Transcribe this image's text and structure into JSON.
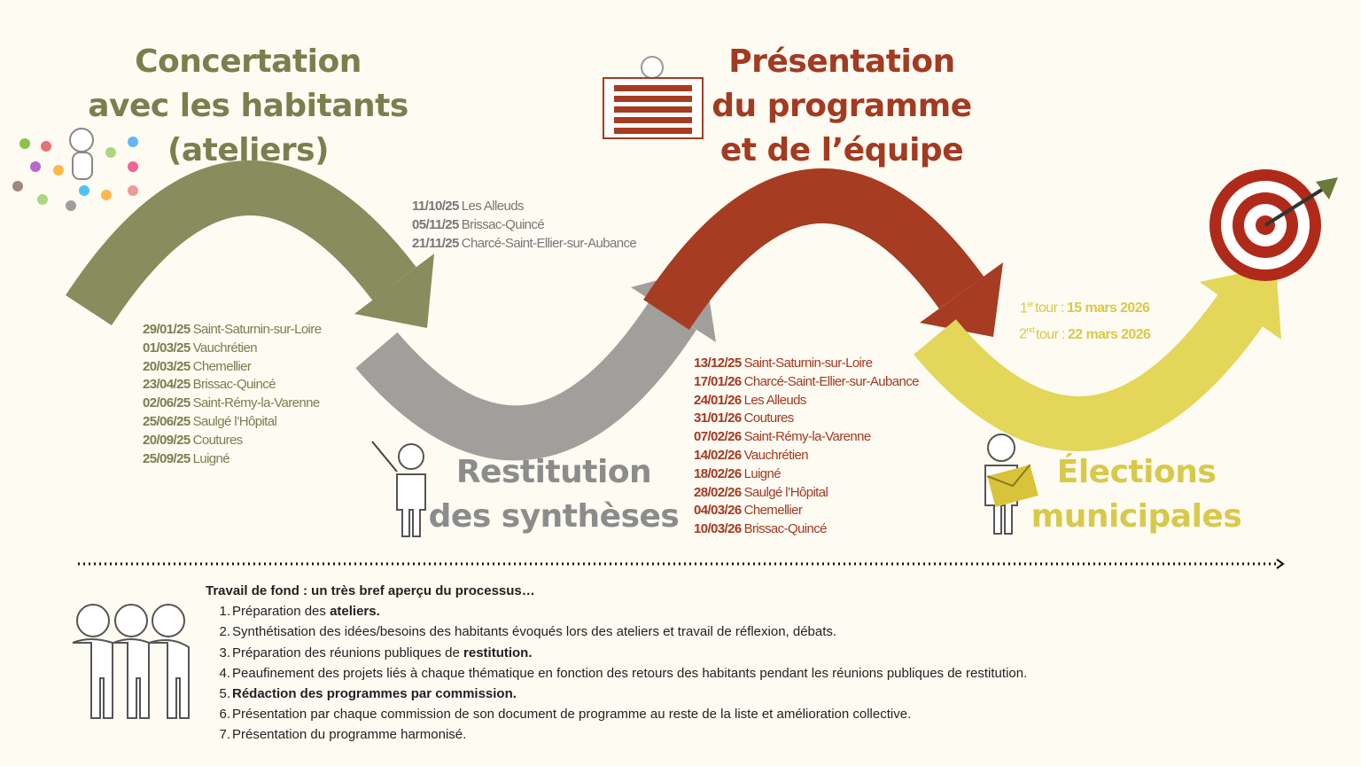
{
  "stages": [
    {
      "title": [
        "Concertation",
        "avec les habitants",
        "(ateliers)"
      ],
      "color": "#7a7f4e"
    },
    {
      "title": [
        "Restitution",
        "des synthèses"
      ],
      "color": "#8c8c8c"
    },
    {
      "title": [
        "Présentation",
        "du programme",
        "et de l’équipe"
      ],
      "color": "#a33a22"
    },
    {
      "title": [
        "Élections",
        "municipales"
      ],
      "color": "#d9c94a"
    }
  ],
  "ateliers": [
    {
      "date": "29/01/25",
      "place": "Saint-Saturnin-sur-Loire"
    },
    {
      "date": "01/03/25",
      "place": "Vauchrétien"
    },
    {
      "date": "20/03/25",
      "place": "Chemellier"
    },
    {
      "date": "23/04/25",
      "place": "Brissac-Quincé"
    },
    {
      "date": "02/06/25",
      "place": "Saint-Rémy-la-Varenne"
    },
    {
      "date": "25/06/25",
      "place": "Saulgé l’Hôpital"
    },
    {
      "date": "20/09/25",
      "place": "Coutures"
    },
    {
      "date": "25/09/25",
      "place": "Luigné"
    }
  ],
  "restitutions": [
    {
      "date": "11/10/25",
      "place": "Les Alleuds"
    },
    {
      "date": "05/11/25",
      "place": "Brissac-Quincé"
    },
    {
      "date": "21/11/25",
      "place": "Charcé-Saint-Ellier-sur-Aubance"
    }
  ],
  "presentations": [
    {
      "date": "13/12/25",
      "place": "Saint-Saturnin-sur-Loire"
    },
    {
      "date": "17/01/26",
      "place": "Charcé-Saint-Ellier-sur-Aubance"
    },
    {
      "date": "24/01/26",
      "place": "Les Alleuds"
    },
    {
      "date": "31/01/26",
      "place": "Coutures"
    },
    {
      "date": "07/02/26",
      "place": "Saint-Rémy-la-Varenne"
    },
    {
      "date": "14/02/26",
      "place": "Vauchrétien"
    },
    {
      "date": "18/02/26",
      "place": "Luigné"
    },
    {
      "date": "28/02/26",
      "place": "Saulgé l’Hôpital"
    },
    {
      "date": "04/03/26",
      "place": "Chemellier"
    },
    {
      "date": "10/03/26",
      "place": "Brissac-Quincé"
    }
  ],
  "elections": [
    {
      "ord": "1",
      "sup": "er",
      "label": "tour :",
      "date": "15 mars 2026"
    },
    {
      "ord": "2",
      "sup": "nd",
      "label": "tour :",
      "date": "22 mars 2026"
    }
  ],
  "process": {
    "heading": "Travail de fond : un très bref aperçu du processus…",
    "steps": [
      {
        "n": "1.",
        "text": "Préparation des ",
        "bold": "ateliers."
      },
      {
        "n": "2.",
        "text": "Synthétisation des idées/besoins des habitants évoqués lors des ateliers et travail de réflexion, débats.",
        "bold": ""
      },
      {
        "n": "3.",
        "text": "Préparation des réunions publiques de ",
        "bold": "restitution."
      },
      {
        "n": "4.",
        "text": "Peaufinement des projets liés à chaque thématique en fonction des retours des habitants pendant les réunions publiques de restitution.",
        "bold": ""
      },
      {
        "n": "5.",
        "text": "",
        "bold": "Rédaction des programmes par commission."
      },
      {
        "n": "6.",
        "text": "Présentation par chaque commission de son document de programme au reste de la liste et amélioration collective.",
        "bold": ""
      },
      {
        "n": "7.",
        "text": "Présentation du programme harmonisé.",
        "bold": ""
      }
    ]
  }
}
